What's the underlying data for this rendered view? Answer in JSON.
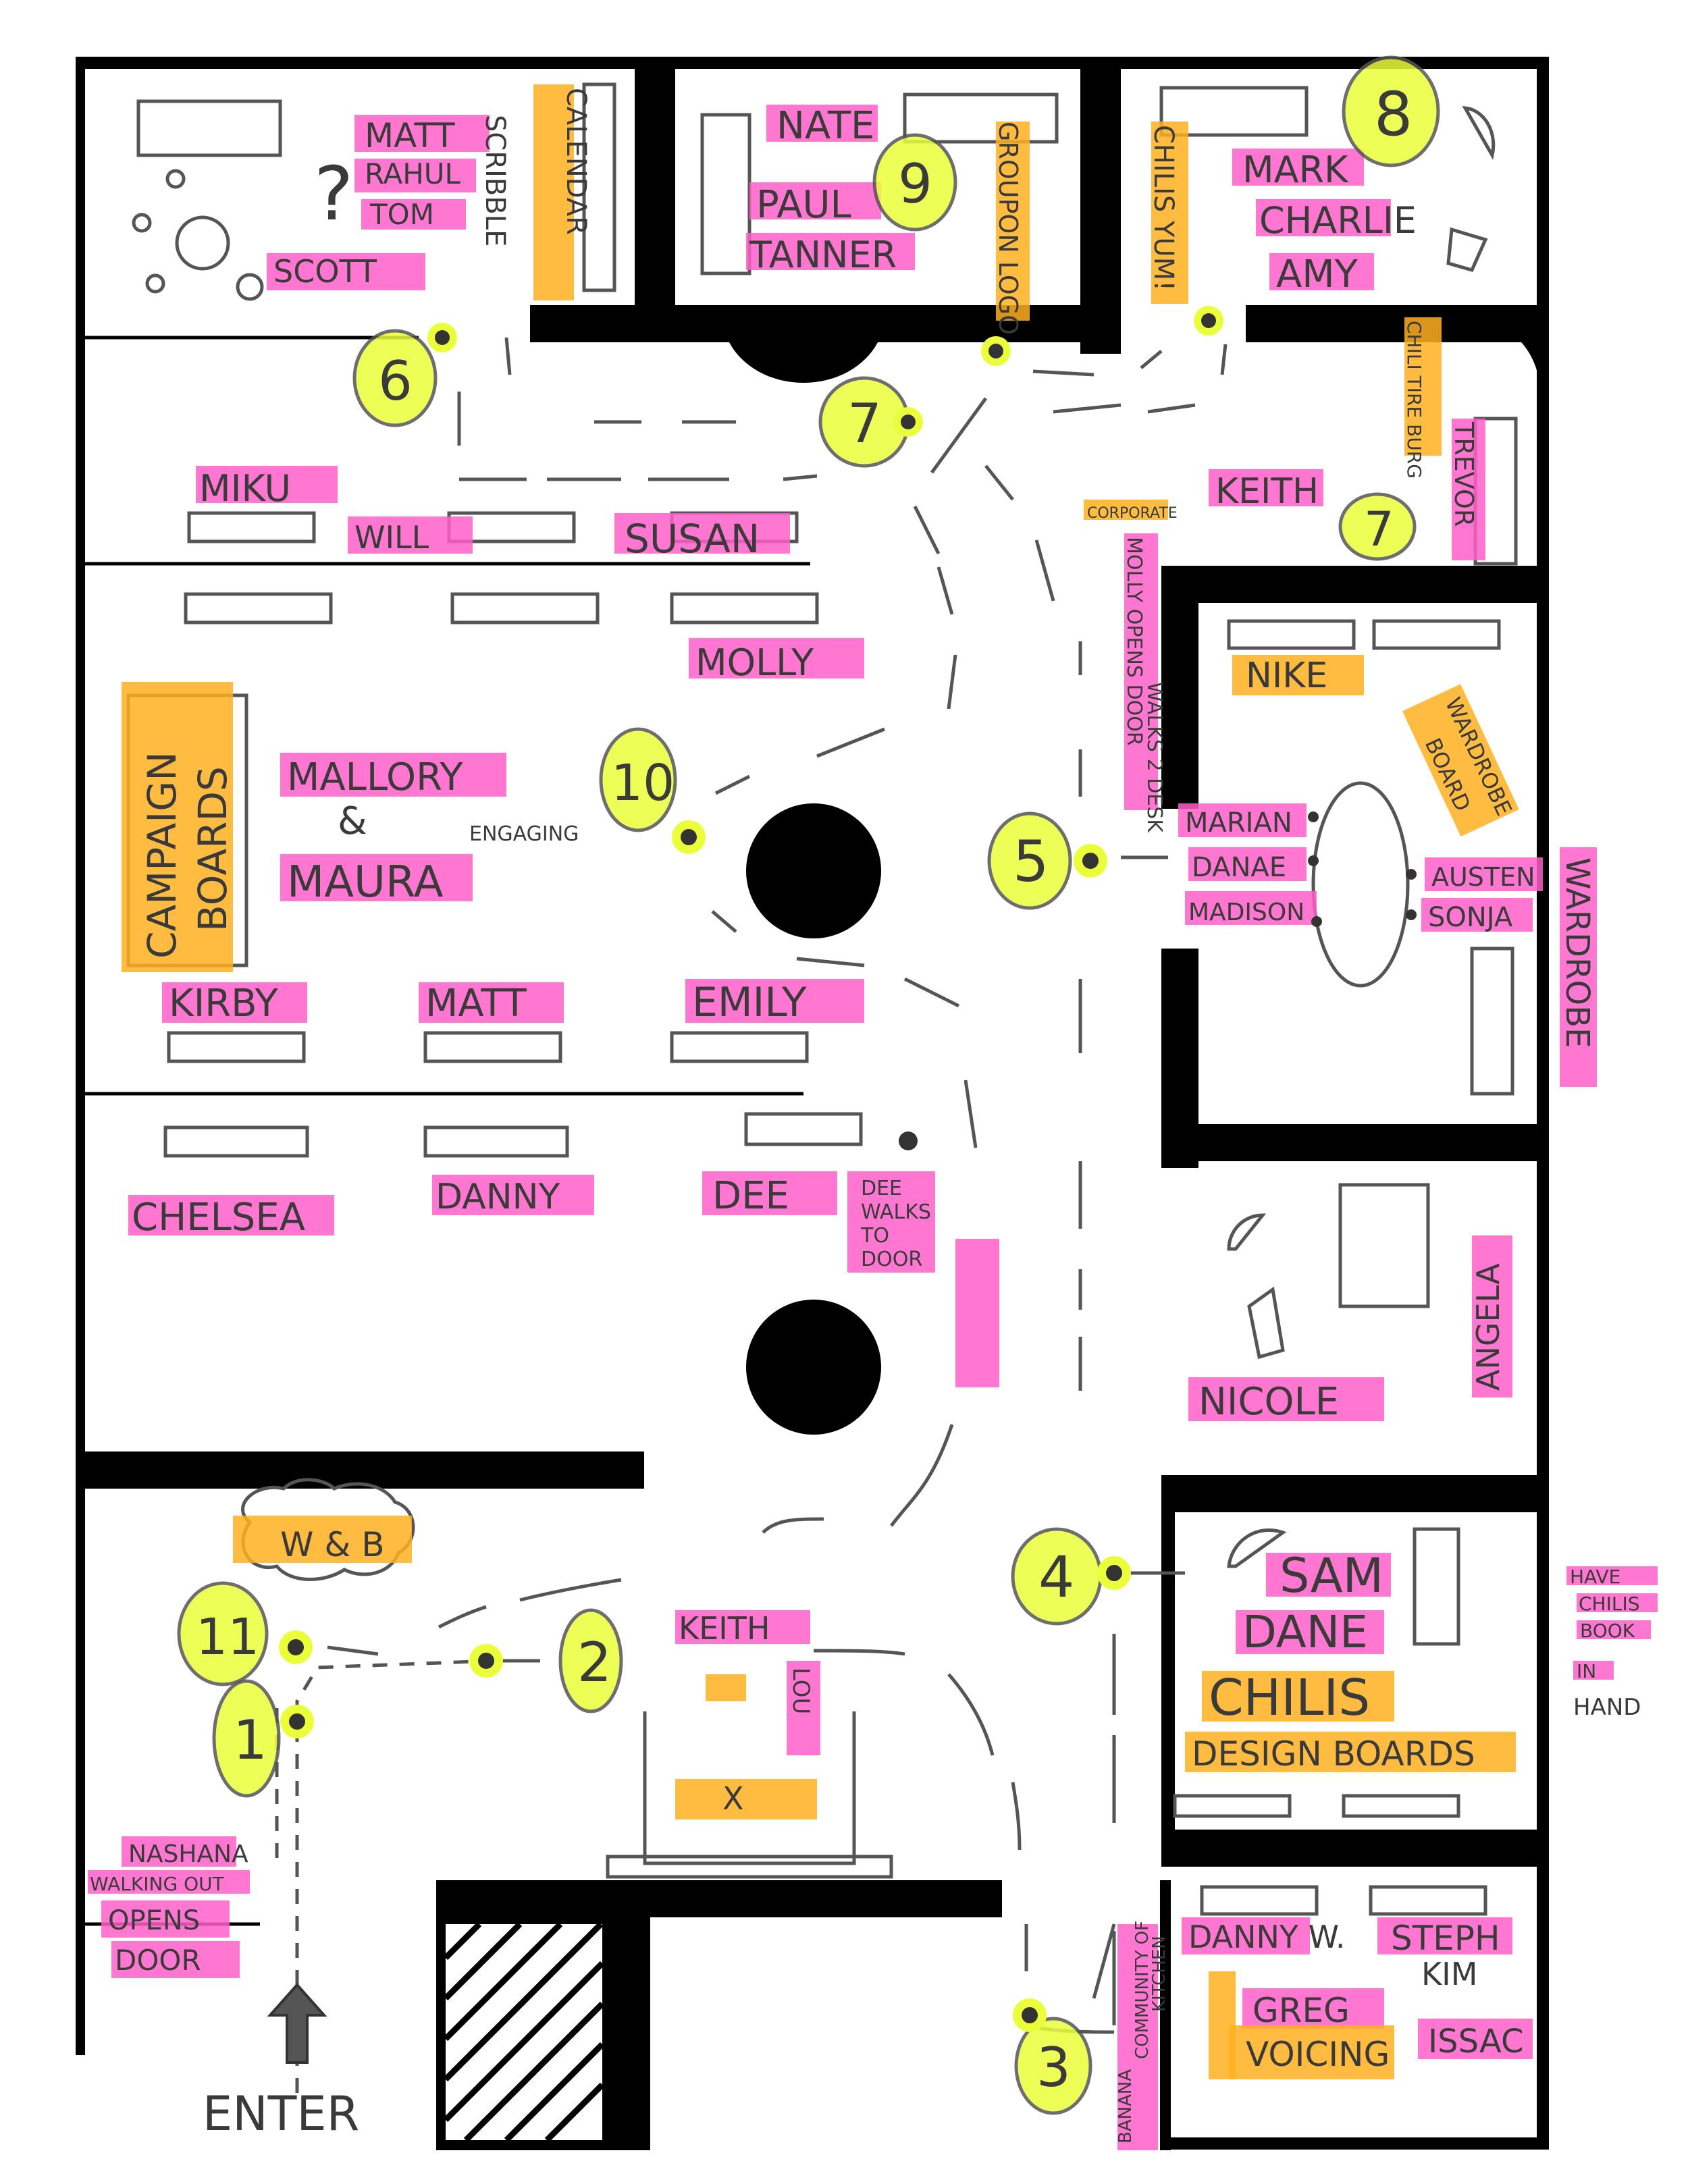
{
  "people": {
    "matt_top": "MATT",
    "rahul": "RAHUL",
    "tom": "TOM",
    "scott": "SCOTT",
    "nate": "NATE",
    "paul": "PAUL",
    "tanner": "TANNER",
    "mark": "MARK",
    "charlie": "CHARLIE",
    "amy": "AMY",
    "miku": "MIKU",
    "will": "WILL",
    "susan": "SUSAN",
    "keith_top": "KEITH",
    "trevor": "TREVOR",
    "molly": "MOLLY",
    "mallory": "MALLORY",
    "amp": "&",
    "maura": "MAURA",
    "kirby": "KIRBY",
    "matt_mid": "MATT",
    "emily": "EMILY",
    "chelsea": "CHELSEA",
    "danny": "DANNY",
    "dee": "DEE",
    "nike": "NIKE",
    "marian": "MARIAN",
    "danae": "DANAE",
    "madison": "MADISON",
    "austen": "AUSTEN",
    "sonja": "SONJA",
    "nicole": "NICOLE",
    "angela": "ANGELA",
    "sam": "SAM",
    "dane": "DANE",
    "keith_recep": "KEITH",
    "lou": "LOU",
    "nashana": "NASHANA",
    "walking_out": "WALKING OUT",
    "danny_w": "DANNY W.",
    "steph": "STEPH",
    "kim": "KIM",
    "greg": "GREG",
    "issac": "ISSAC"
  },
  "notes": {
    "calendar": "CALENDAR",
    "scribble": "SCRIBBLE",
    "question": "?",
    "groupon_logo": "GROUPON LOGO",
    "chilis_yum": "CHILIS YUM!",
    "chili_tire_burg": "CHILI TIRE BURG",
    "logo_corp": "CORPORATE",
    "molly_opens_door": "MOLLY OPENS DOOR",
    "walks_2_desk": "WALKS 2 DESK",
    "campaign_boards_1": "CAMPAIGN",
    "campaign_boards_2": "BOARDS",
    "engaging": "ENGAGING",
    "wardrobe_board_1": "WARDROBE",
    "wardrobe_board_2": "BOARD",
    "wardrobe": "WARDROBE",
    "dee_walks_1": "DEE",
    "dee_walks_2": "WALKS",
    "dee_walks_3": "TO",
    "dee_walks_4": "DOOR",
    "chilis": "CHILIS",
    "design_boards": "DESIGN BOARDS",
    "have": "HAVE",
    "chilis_book": "CHILIS",
    "book": "BOOK",
    "in": "IN",
    "hand": "HAND",
    "wb": "W & B",
    "x": "X",
    "opens": "OPENS",
    "door": "DOOR",
    "banana_1": "BANANA",
    "banana_2": "COMMUNITY OF",
    "banana_3": "KITCHEN",
    "voicing": "VOICING",
    "enter": "ENTER"
  },
  "steps": {
    "s1": "1",
    "s2": "2",
    "s3": "3",
    "s4": "4",
    "s5": "5",
    "s6": "6",
    "s7a": "7",
    "s7b": "7",
    "s8": "8",
    "s9": "9",
    "s10": "10",
    "s11": "11"
  },
  "colors": {
    "pink_highlight": "#ff5fc8",
    "orange_highlight": "#ffb020",
    "yellow_highlight": "#eaff3a",
    "wall": "#000000",
    "pencil": "#555555"
  }
}
